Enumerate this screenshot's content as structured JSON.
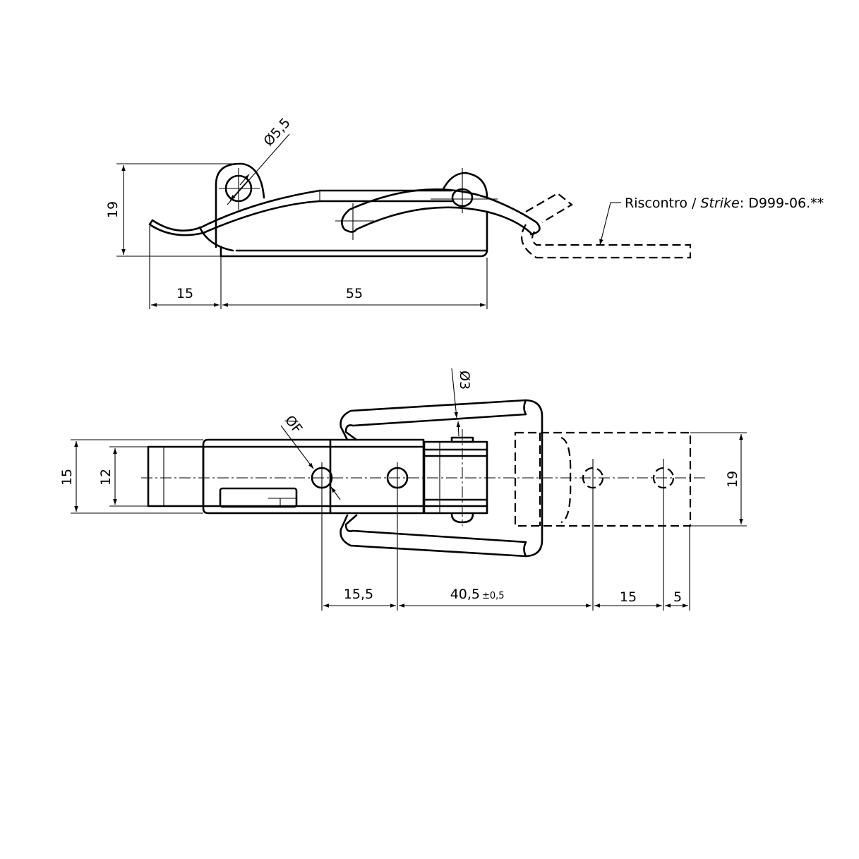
{
  "side_view": {
    "height_dim": "19",
    "hole_dim": "Ø5,5",
    "left_length_dim": "15",
    "body_length_dim": "55",
    "strike_label_prefix": "Riscontro / ",
    "strike_label_italic": "Strike",
    "strike_label_suffix": ": D999-06.**"
  },
  "top_view": {
    "outer_width_dim": "15",
    "inner_width_dim": "12",
    "hole_dim": "ØF",
    "pin_dim": "Ø3",
    "strike_width_dim": "19",
    "hole_spacing_dim": "15,5",
    "center_distance_dim": "40,5",
    "center_distance_tol": "±0,5",
    "strike_hole_spacing_dim": "15",
    "strike_edge_dim": "5"
  },
  "colors": {
    "line": "#000000",
    "background": "#ffffff"
  }
}
